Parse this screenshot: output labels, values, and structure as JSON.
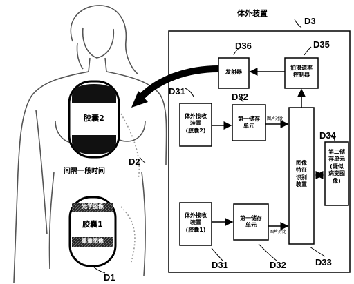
{
  "title": "体外装置",
  "labels": {
    "d1": "D1",
    "d2": "D2",
    "d3": "D3",
    "d31_top": "D31",
    "d31_bottom": "D31",
    "d32_top": "D32",
    "d32_bottom": "D32",
    "d33": "D33",
    "d34": "D34",
    "d35": "D35",
    "d36": "D36"
  },
  "capsule2": {
    "label": "胶囊2"
  },
  "capsule1": {
    "label": "胶囊1",
    "band_top": "光学图像",
    "band_bottom": "重量图像"
  },
  "interval_text": "间隔一段时间",
  "blocks": {
    "receiver_top": {
      "line1": "体外接收",
      "line2": "装置",
      "line3": "(胶囊2)"
    },
    "receiver_bottom": {
      "line1": "体外接收",
      "line2": "装置",
      "line3": "(胶囊1)"
    },
    "storage1_top": {
      "line1": "第一储存",
      "line2": "单元"
    },
    "storage1_bottom": {
      "line1": "第一储存",
      "line2": "单元"
    },
    "transmitter": {
      "line1": "发射器"
    },
    "controller": {
      "line1": "拍摄速率",
      "line2": "控制器"
    },
    "identifier": {
      "line1": "图像",
      "line2": "特征",
      "line3": "识别",
      "line4": "装置"
    },
    "storage2": {
      "line1": "第二储",
      "line2": "存单元",
      "line3": "(疑似",
      "line4": "病变图",
      "line5": "像)"
    }
  },
  "edge_labels": {
    "top": "图片对比",
    "bottom": "图片对比"
  }
}
